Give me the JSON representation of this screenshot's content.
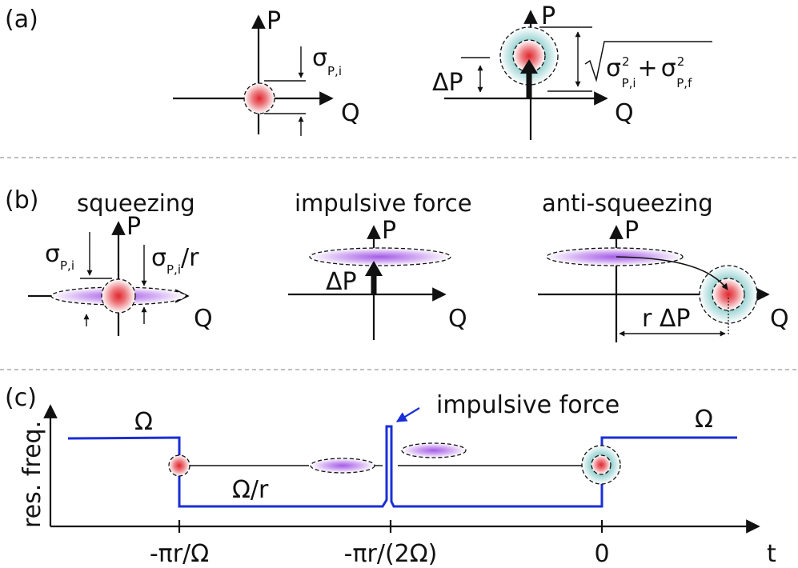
{
  "panels": {
    "a": {
      "label": "(a)",
      "axis_p": "P",
      "axis_q": "Q",
      "sigma": "σ",
      "sigma_sub_i": "P,i",
      "delta_p": "ΔP",
      "sum_sigma_sub_i": "P,i",
      "sum_sigma_sub_f": "P,f",
      "sup_2": "2",
      "plus": "+"
    },
    "b": {
      "label": "(b)",
      "title_1": "squeezing",
      "title_2": "impulsive force",
      "title_3": "anti-squeezing",
      "axis_p": "P",
      "axis_q": "Q",
      "sigma": "σ",
      "sigma_sub": "P,i",
      "over_r": "/r",
      "delta_p": "ΔP",
      "r_delta_p": "r ΔP"
    },
    "c": {
      "label": "(c)",
      "y_axis_label": "res. freq.",
      "x_axis_label": "t",
      "omega_label": "Ω",
      "omega_over_r_label": "Ω/r",
      "impulse_annotation": "impulsive force",
      "ticks": [
        "-πr/Ω",
        "-πr/(2Ω)",
        "0"
      ]
    }
  },
  "colors": {
    "frequency_line": "#1a2fd6",
    "red_state": "#e0262e",
    "purple_state": "#a35ce6",
    "teal_halo": "#a6d8d8"
  }
}
